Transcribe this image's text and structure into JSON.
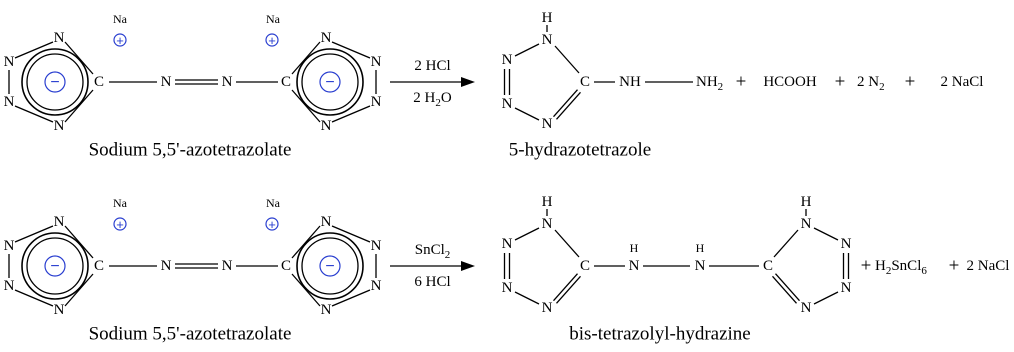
{
  "atoms": {
    "N": "N",
    "C": "C",
    "H": "H",
    "Na": "Na",
    "NH": "NH",
    "NH2": "NH",
    "NH2_sub": "2"
  },
  "charges": {
    "positive": "+",
    "negative": "−"
  },
  "reaction1": {
    "reactant_caption": "Sodium 5,5'-azotetrazolate",
    "reagent_top": "2 HCl",
    "reagent_bottom_main": "2 H",
    "reagent_bottom_sub": "2",
    "reagent_bottom_end": "O",
    "product_caption": "5-hydrazotetrazole",
    "byproducts": [
      {
        "text": "HCOOH"
      },
      {
        "text": "2 N",
        "sub": "2"
      },
      {
        "text": "2 NaCl"
      }
    ]
  },
  "reaction2": {
    "reactant_caption": "Sodium 5,5'-azotetrazolate",
    "reagent_top_main": "SnCl",
    "reagent_top_sub": "2",
    "reagent_bottom": "6 HCl",
    "product_caption": "bis-tetrazolyl-hydrazine",
    "byproduct1_pre": "H",
    "byproduct1_sub1": "2",
    "byproduct1_mid": "SnCl",
    "byproduct1_sub2": "6",
    "byproduct2": "2 NaCl"
  },
  "plus": "+",
  "colors": {
    "ink": "#000000",
    "charge_blue": "#2a3fd0"
  }
}
